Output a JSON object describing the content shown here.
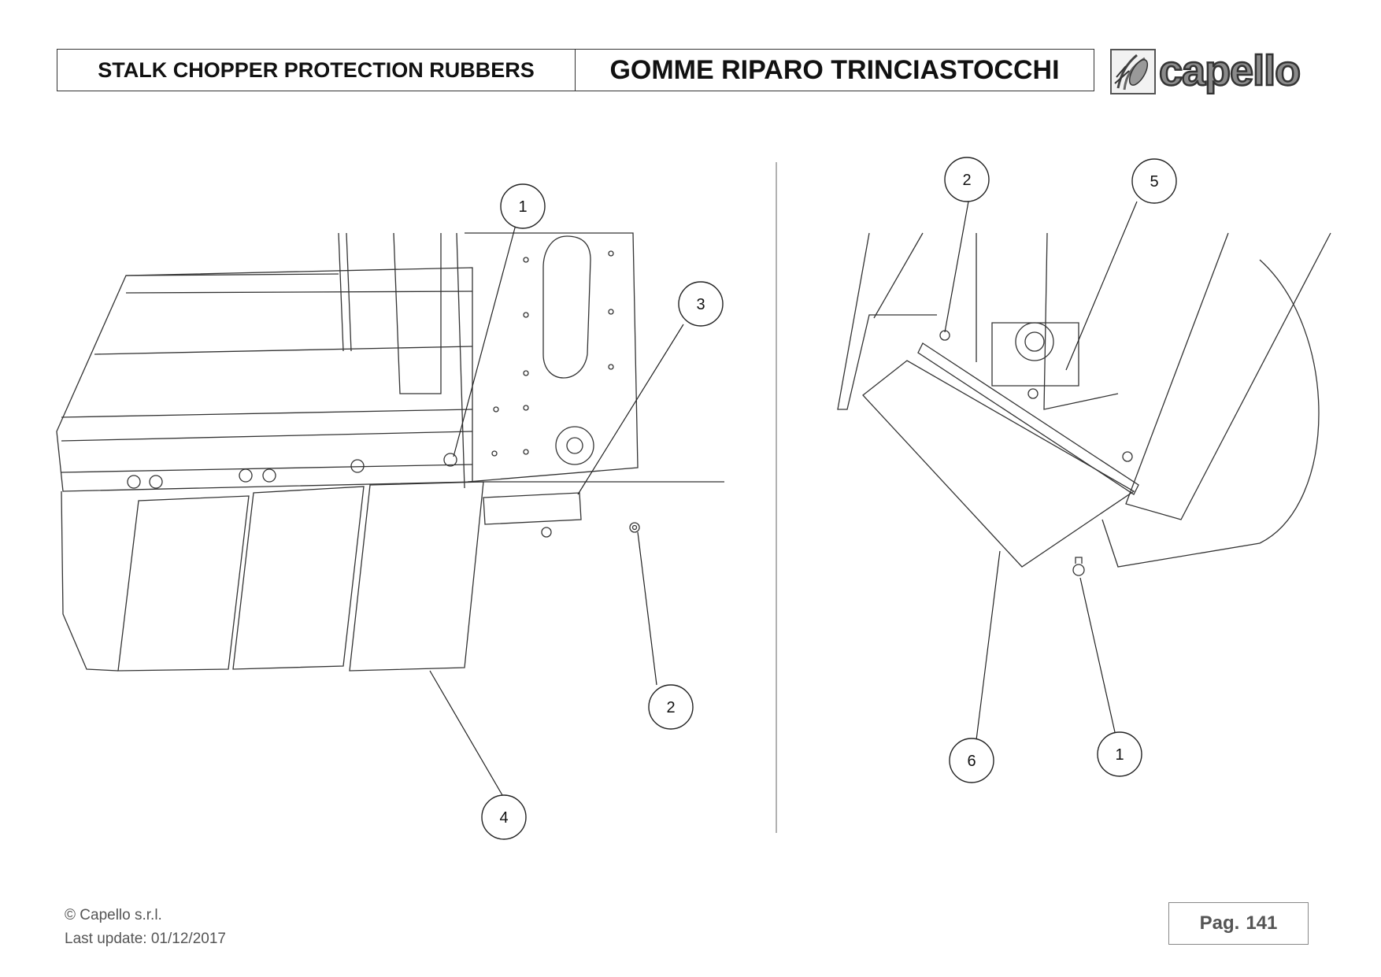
{
  "header": {
    "title_en": "STALK CHOPPER PROTECTION RUBBERS",
    "title_it": "GOMME RIPARO TRINCIASTOCCHI"
  },
  "logo": {
    "text": "capello",
    "icon": "corn-ear-icon"
  },
  "callouts": {
    "left": [
      "1",
      "3",
      "2",
      "4"
    ],
    "right": [
      "2",
      "5",
      "6",
      "1"
    ]
  },
  "footer": {
    "copyright": "© Capello s.r.l.",
    "last_update": "Last update: 01/12/2017"
  },
  "page": {
    "label": "Pag.",
    "number": "141"
  },
  "colors": {
    "line": "#333333",
    "logo_gray": "#8a8a8a"
  }
}
